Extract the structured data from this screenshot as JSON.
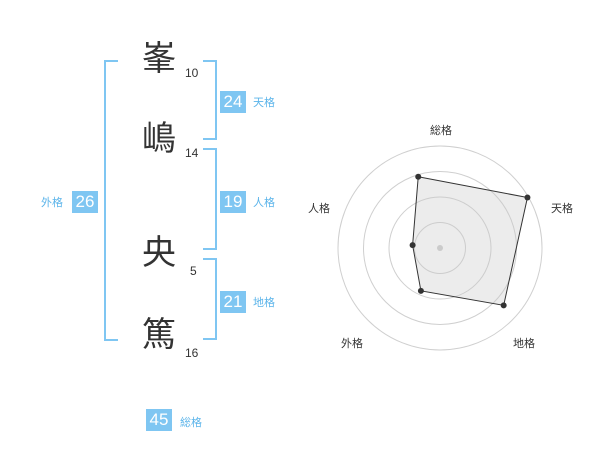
{
  "name_chars": [
    {
      "char": "峯",
      "strokes": "10"
    },
    {
      "char": "嶋",
      "strokes": "14"
    },
    {
      "char": "央",
      "strokes": "5"
    },
    {
      "char": "篤",
      "strokes": "16"
    }
  ],
  "fortunes": {
    "tenkaku": {
      "value": "24",
      "label": "天格"
    },
    "jinkaku": {
      "value": "19",
      "label": "人格"
    },
    "chikaku": {
      "value": "21",
      "label": "地格"
    },
    "gaikaku": {
      "value": "26",
      "label": "外格"
    },
    "soukaku": {
      "value": "45",
      "label": "総格"
    }
  },
  "colors": {
    "accent": "#7fc6f2",
    "label": "#5bb4ea",
    "text": "#333333"
  },
  "chart_data": {
    "type": "radar",
    "axes": [
      "総格",
      "天格",
      "地格",
      "外格",
      "人格"
    ],
    "values": [
      0.73,
      0.99,
      0.84,
      0.46,
      0.27
    ],
    "rings": 4,
    "grid": true,
    "legend": "none"
  }
}
